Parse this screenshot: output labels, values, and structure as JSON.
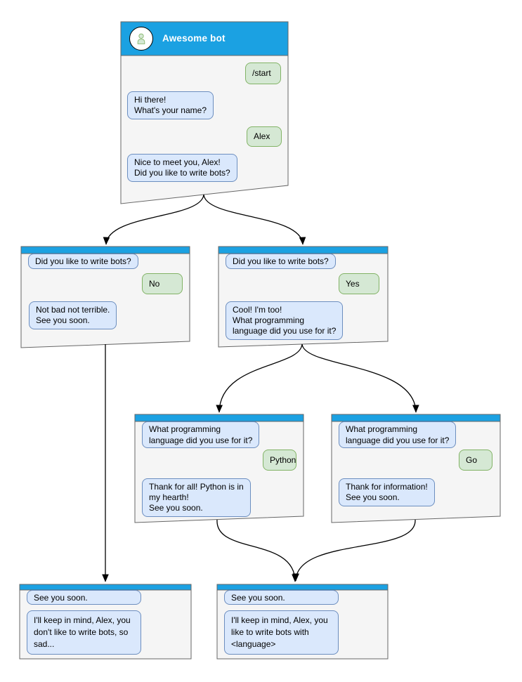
{
  "colors": {
    "header": "#1BA1E2",
    "window_bg": "#F5F5F5",
    "window_border": "#666666",
    "bot_bubble_bg": "#DAE8FC",
    "bot_bubble_border": "#6C8EBF",
    "user_bubble_bg": "#D5E8D4",
    "user_bubble_border": "#82B366",
    "arrow": "#000000",
    "title_text": "#FFFFFF"
  },
  "windows": {
    "main": {
      "title": "Awesome bot",
      "start": "/start",
      "greeting": "Hi there!\nWhat's your name?",
      "name": "Alex",
      "ask_bots": "Nice to meet you, Alex!\nDid you like to write bots?"
    },
    "branch_no": {
      "question": "Did you like to write bots?",
      "answer": "No",
      "reply": "Not bad not terrible.\nSee you soon."
    },
    "branch_yes": {
      "question": "Did you like to write bots?",
      "answer": "Yes",
      "reply": "Cool! I'm too!\nWhat programming\nlanguage did you use for it?"
    },
    "branch_python": {
      "question": "What programming\nlanguage did you use for it?",
      "answer": "Python",
      "reply": "Thank for all! Python is in\nmy hearth!\nSee you soon."
    },
    "branch_go": {
      "question": "What programming\nlanguage did you use for it?",
      "answer": "Go",
      "reply": "Thank for information!\nSee you soon."
    },
    "end_no": {
      "question": "See you soon.",
      "reply": "I'll keep in mind, Alex, you\ndon't like to write bots, so\nsad..."
    },
    "end_yes": {
      "question": "See you soon.",
      "reply": "I'll keep in mind, Alex, you\nlike to write bots with\n<language>"
    }
  }
}
